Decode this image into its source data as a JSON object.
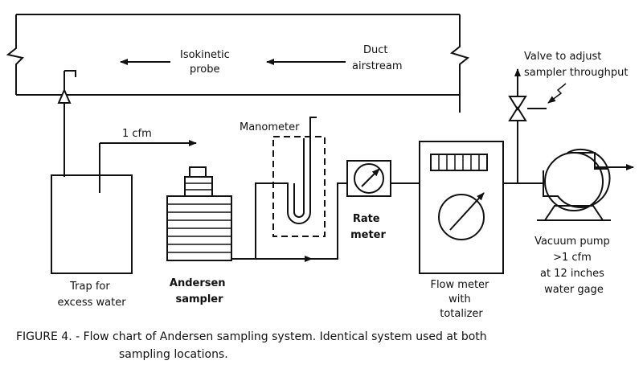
{
  "labels": {
    "isokinetic_probe": [
      "Isokinetic",
      "probe"
    ],
    "duct_airstream": [
      "Duct",
      "airstream"
    ],
    "valve": [
      "Valve to adjust",
      "sampler throughput"
    ],
    "flow_rate": "1 cfm",
    "manometer": "Manometer",
    "rate_meter": [
      "Rate",
      "meter"
    ],
    "trap": [
      "Trap for",
      "excess water"
    ],
    "andersen_sampler": [
      "Andersen",
      "sampler"
    ],
    "flow_meter": [
      "Flow meter",
      "with",
      "totalizer"
    ],
    "vacuum_pump": [
      "Vacuum pump",
      ">1 cfm",
      "at 12 inches",
      "water gage"
    ]
  },
  "caption": {
    "line1": "FIGURE 4. - Flow chart of Andersen sampling system.  Identical system used at both",
    "line2": "sampling locations."
  }
}
